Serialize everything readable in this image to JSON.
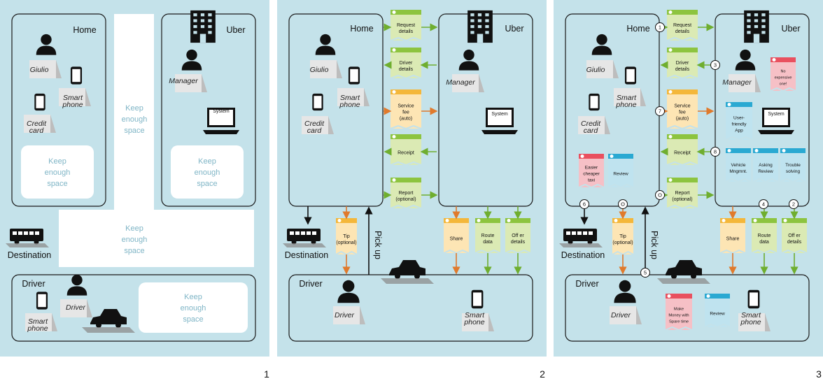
{
  "panel_numbers": [
    "1",
    "2",
    "3"
  ],
  "rooms": {
    "home": "Home",
    "uber": "Uber",
    "driver": "Driver",
    "destination": "Destination"
  },
  "actors": {
    "giulio": "Giulio",
    "manager": "Manager",
    "driver": "Driver",
    "smartphone_line1": "Smart",
    "smartphone_line2": "phone",
    "credit_line1": "Credit",
    "credit_line2": "card",
    "system": "System"
  },
  "keep_space": [
    "Keep",
    "enough",
    "space"
  ],
  "pick_up": "Pick up",
  "exchanges_right": [
    {
      "lines": [
        "Request",
        "details"
      ],
      "color": "#dbeab4",
      "direction": "right",
      "num": "1"
    },
    {
      "lines": [
        "Driver",
        "details"
      ],
      "color": "#dbeab4",
      "direction": "left",
      "num": "3"
    },
    {
      "lines": [
        "Service",
        "fee",
        "(auto)"
      ],
      "color": "#fde5b4",
      "direction": "right",
      "num": "7"
    },
    {
      "lines": [
        "Receipt"
      ],
      "color": "#dbeab4",
      "direction": "left",
      "num": "8"
    },
    {
      "lines": [
        "Report",
        "(optional)"
      ],
      "color": "#dbeab4",
      "direction": "right",
      "num": "O"
    }
  ],
  "exchanges_down": [
    {
      "lines": [
        "Tip",
        "(optional)"
      ],
      "color": "#fde5b4"
    },
    {
      "lines": [
        "Share"
      ],
      "color": "#fde5b4"
    },
    {
      "lines": [
        "Route",
        "data"
      ],
      "color": "#dbeab4"
    },
    {
      "lines": [
        "Off er",
        "details"
      ],
      "color": "#dbeab4"
    }
  ],
  "insights": {
    "no_expensive": [
      "No",
      "expensive",
      "one!"
    ],
    "user_friendly": [
      "User-",
      "friendly",
      "App"
    ],
    "vehicle": [
      "Vehicle",
      "Mngmnt."
    ],
    "asking_review": [
      "Asking",
      "Review"
    ],
    "trouble": [
      "Trouble",
      "solving"
    ],
    "easier": [
      "Easier",
      "cheaper",
      "taxi"
    ],
    "review": [
      "Review"
    ],
    "make_money": [
      "Make",
      "Money with",
      "Spare time"
    ]
  },
  "circle_numbers_panel3": {
    "home_bottom_left": "6",
    "home_bottom_mid": "O",
    "uber_bottom_left": "4",
    "uber_bottom_right": "2",
    "pickup": "5"
  },
  "colors": {
    "background": "#c4e2ea",
    "green_note": "#dbeab4",
    "orange_note": "#fde5b4",
    "pink_note": "#f6c0c6",
    "blue_note": "#bfe3ef",
    "green_arrow": "#6fae2f",
    "orange_arrow": "#e07a2c"
  }
}
